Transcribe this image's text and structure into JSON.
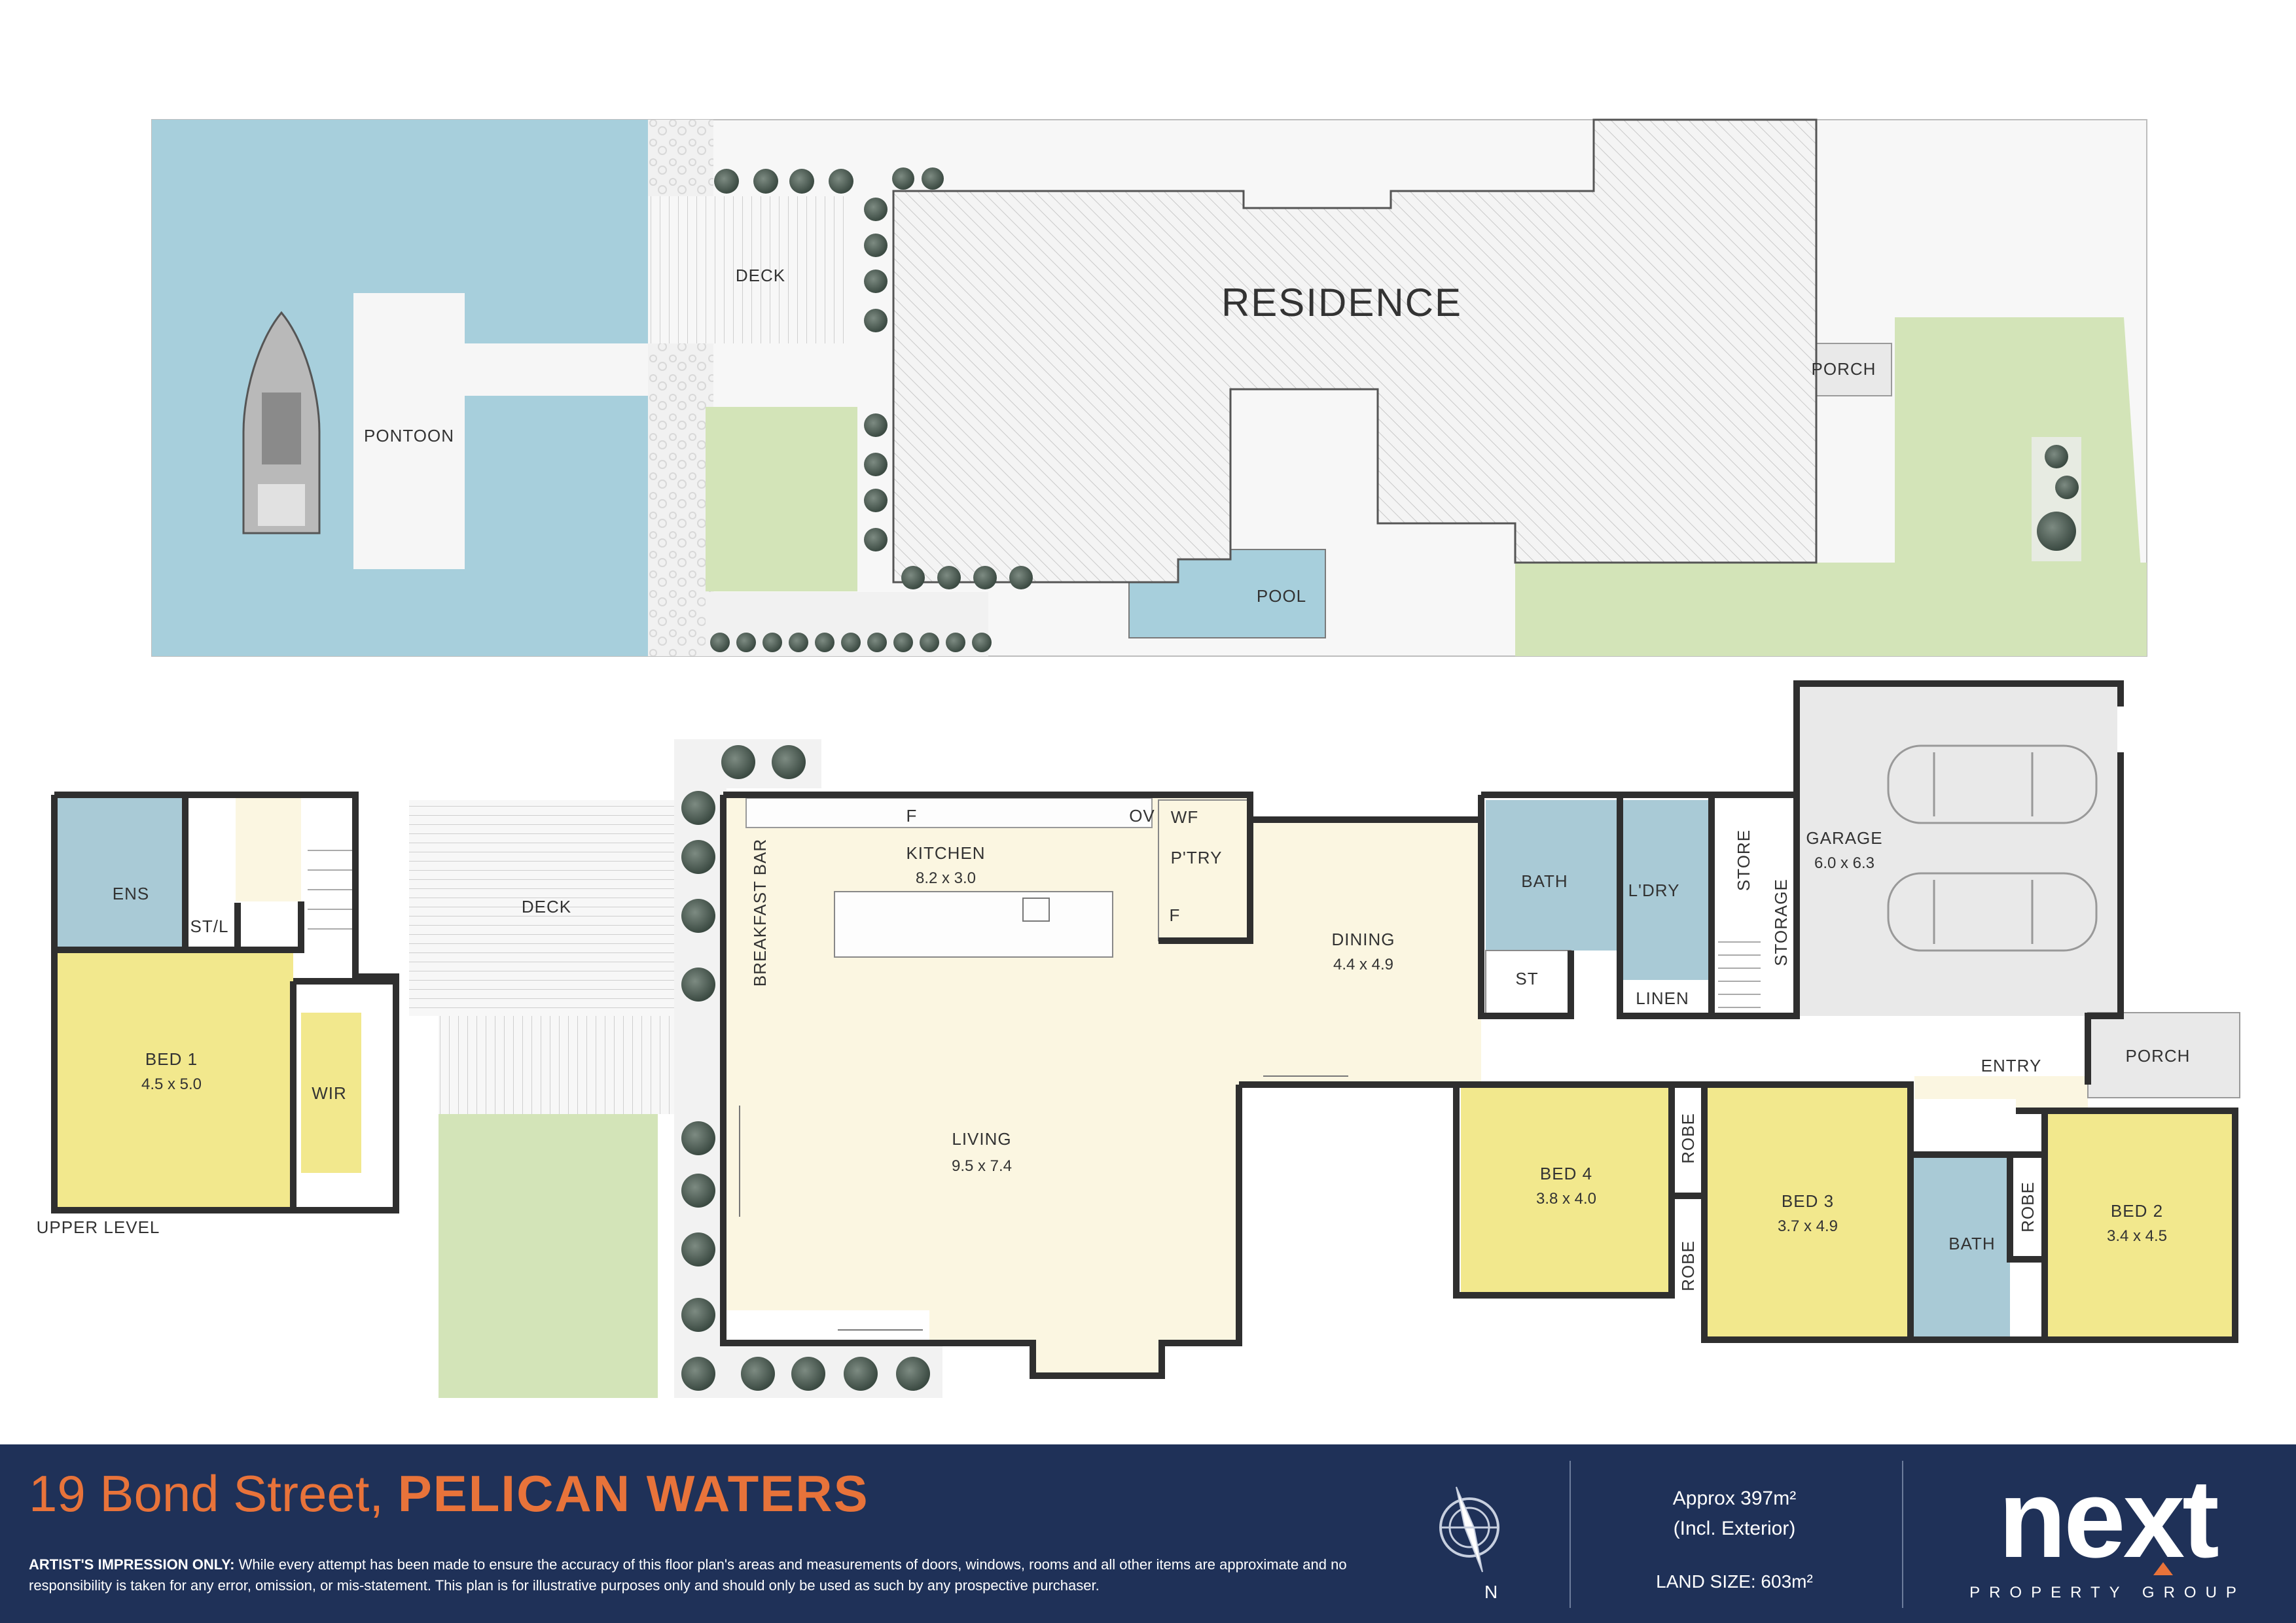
{
  "site": {
    "residence": "RESIDENCE",
    "deck": "DECK",
    "pontoon": "PONTOON",
    "porch": "PORCH",
    "pool": "POOL"
  },
  "rooms": {
    "deck": "DECK",
    "breakfast_bar": "BREAKFAST BAR",
    "kitchen": {
      "name": "KITCHEN",
      "dim": "8.2 x 3.0"
    },
    "wf": "WF",
    "ov": "OV",
    "f1": "F",
    "f2": "F",
    "pantry": "P'TRY",
    "dining": {
      "name": "DINING",
      "dim": "4.4 x 4.9"
    },
    "living": {
      "name": "LIVING",
      "dim": "9.5 x 7.4"
    },
    "bath_upper": "BATH",
    "st": "ST",
    "laundry": "L'DRY",
    "linen": "LINEN",
    "store": "STORE",
    "storage": "STORAGE",
    "garage": {
      "name": "GARAGE",
      "dim": "6.0 x 6.3"
    },
    "entry": "ENTRY",
    "porch": "PORCH",
    "bed4": {
      "name": "BED 4",
      "dim": "3.8 x 4.0"
    },
    "robe_b4": "ROBE",
    "robe_b3": "ROBE",
    "bed3": {
      "name": "BED 3",
      "dim": "3.7 x 4.9"
    },
    "bath_lower": "BATH",
    "robe_b2": "ROBE",
    "bed2": {
      "name": "BED 2",
      "dim": "3.4 x 4.5"
    },
    "ens": "ENS",
    "stl": "ST/L",
    "bed1": {
      "name": "BED 1",
      "dim": "4.5 x 5.0"
    },
    "wir": "WIR",
    "upper_level": "UPPER LEVEL"
  },
  "footer": {
    "address_street": "19 Bond Street,",
    "address_suburb": "PELICAN WATERS",
    "disclaimer_lead": "ARTIST'S IMPRESSION ONLY:",
    "disclaimer_body": "While every attempt has been made to ensure the accuracy of this floor plan's areas and measurements of doors, windows, rooms and all other items are approximate and no responsibility is taken for any error, omission, or mis-statement. This plan is for illustrative purposes only and should only be used as such by any prospective purchaser.",
    "compass_n": "N",
    "area_line1": "Approx 397m²",
    "area_line2": "(Incl. Exterior)",
    "land_size": "LAND SIZE: 603m²",
    "logo_word": "next",
    "logo_sub": "PROPERTY GROUP"
  },
  "colors": {
    "water": "#a7cfdc",
    "lawn": "#d3e4b8",
    "bedroom": "#f2e88d",
    "living": "#fbf6e1",
    "wet": "#a9cad6",
    "garage": "#e9e9e9",
    "footer_bg": "#1f3158",
    "accent": "#e8733a"
  }
}
